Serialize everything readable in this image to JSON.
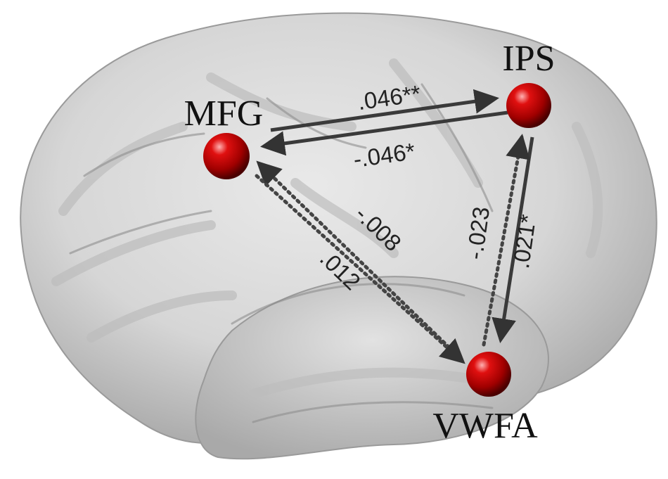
{
  "nodes": {
    "mfg": {
      "label": "MFG",
      "color": "#cc0000"
    },
    "ips": {
      "label": "IPS",
      "color": "#cc0000"
    },
    "vwfa": {
      "label": "VWFA",
      "color": "#cc0000"
    }
  },
  "edges": {
    "mfg_to_ips": {
      "label": ".046**",
      "style": "solid"
    },
    "ips_to_mfg": {
      "label": "-.046*",
      "style": "solid"
    },
    "ips_to_vwfa": {
      "label": ".021*",
      "style": "solid"
    },
    "vwfa_to_ips": {
      "label": "-.023",
      "style": "dotted"
    },
    "vwfa_to_mfg": {
      "label": "-.008",
      "style": "dotted"
    },
    "mfg_to_vwfa": {
      "label": ".012",
      "style": "dotted"
    }
  }
}
